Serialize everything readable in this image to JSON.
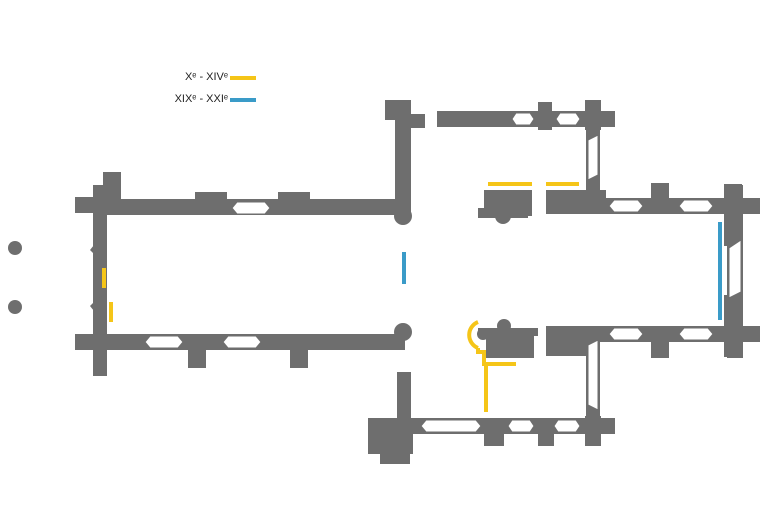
{
  "legend": {
    "items": [
      {
        "label": "Xᵉ - XIVᵉ",
        "color": "#F5C518",
        "key": "period-10th-14th"
      },
      {
        "label": "XIXᵉ - XXIᵉ",
        "color": "#3A9BC8",
        "key": "period-19th-21st"
      }
    ]
  },
  "colors": {
    "wall": "#6e6e6e",
    "background": "#ffffff",
    "window_stroke": "#6e6e6e"
  }
}
